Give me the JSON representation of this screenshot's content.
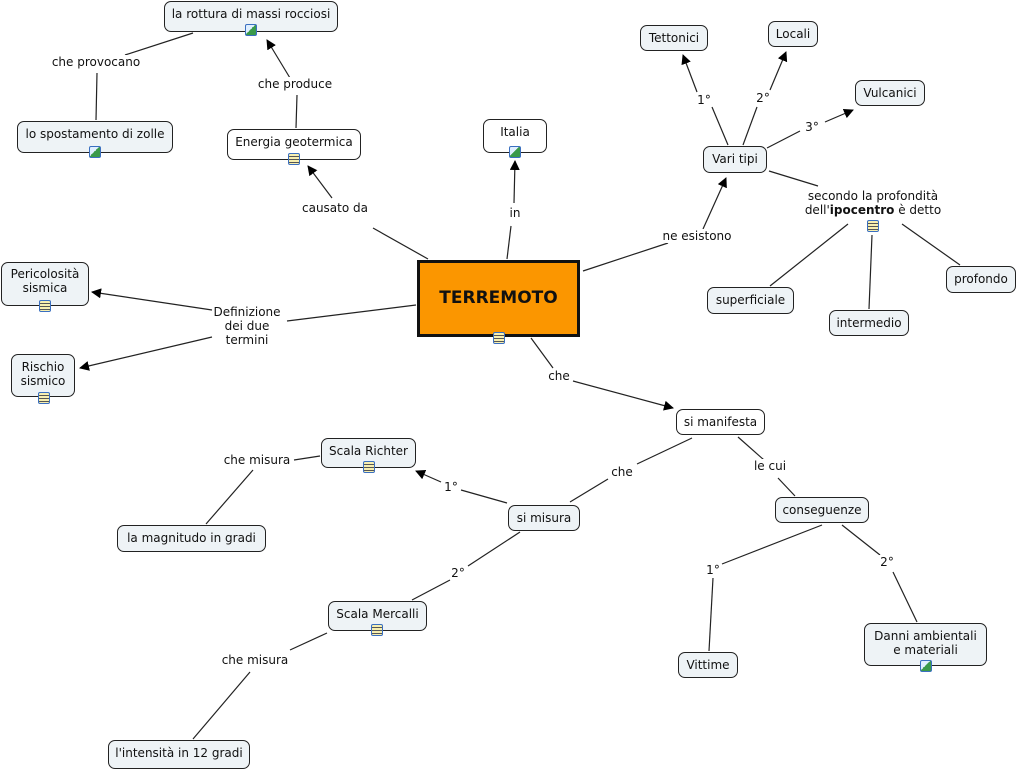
{
  "nodes": {
    "main": "TERREMOTO",
    "rottura": "la rottura di massi rocciosi",
    "spostamento": "lo spostamento di zolle",
    "energia": "Energia geotermica",
    "italia": "Italia",
    "tettonici": "Tettonici",
    "locali": "Locali",
    "vulcanici": "Vulcanici",
    "vari": "Vari tipi",
    "superficiale": "superficiale",
    "intermedio": "intermedio",
    "profondo": "profondo",
    "pericolosita_1": "Pericolosità",
    "pericolosita_2": "sismica",
    "rischio_1": "Rischio",
    "rischio_2": "sismico",
    "manifesta": "si manifesta",
    "richter": "Scala Richter",
    "magnitudo": "la magnitudo in gradi",
    "misura": "si misura",
    "conseguenze": "conseguenze",
    "mercalli": "Scala Mercalli",
    "vittime": "Vittime",
    "danni_1": "Danni ambientali",
    "danni_2": "e materiali",
    "intensita": "l'intensità in 12 gradi"
  },
  "links": {
    "che_provocano": "che provocano",
    "che_produce": "che produce",
    "causato_da": "causato da",
    "in": "in",
    "ne_esistono": "ne esistono",
    "t1": "1°",
    "t2": "2°",
    "t3": "3°",
    "secondo_1": "secondo la profondità",
    "secondo_2a": "dell'",
    "secondo_2b": "ipocentro",
    "secondo_2c": " è detto",
    "def_1": "Definizione",
    "def_2": "dei due",
    "def_3": "termini",
    "che": "che",
    "che2": "che",
    "le_cui": "le cui",
    "che_misura1": "che misura",
    "che_misura2": "che misura",
    "m1": "1°",
    "m2": "2°",
    "c1": "1°",
    "c2": "2°"
  }
}
